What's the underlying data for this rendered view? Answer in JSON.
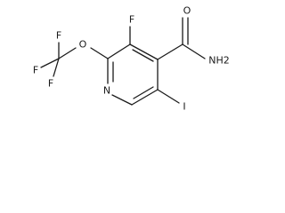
{
  "molecule": {
    "atoms": {
      "F_ring": "F",
      "O_carbonyl": "O",
      "NH2": "NH2",
      "O_ether": "O",
      "F_cf3_top": "F",
      "F_cf3_left": "F",
      "F_cf3_bottom": "F",
      "N_ring": "N",
      "I": "I"
    }
  },
  "colors": {
    "bond": "#1a1a1a",
    "text": "#1a1a1a",
    "background": "#ffffff"
  }
}
